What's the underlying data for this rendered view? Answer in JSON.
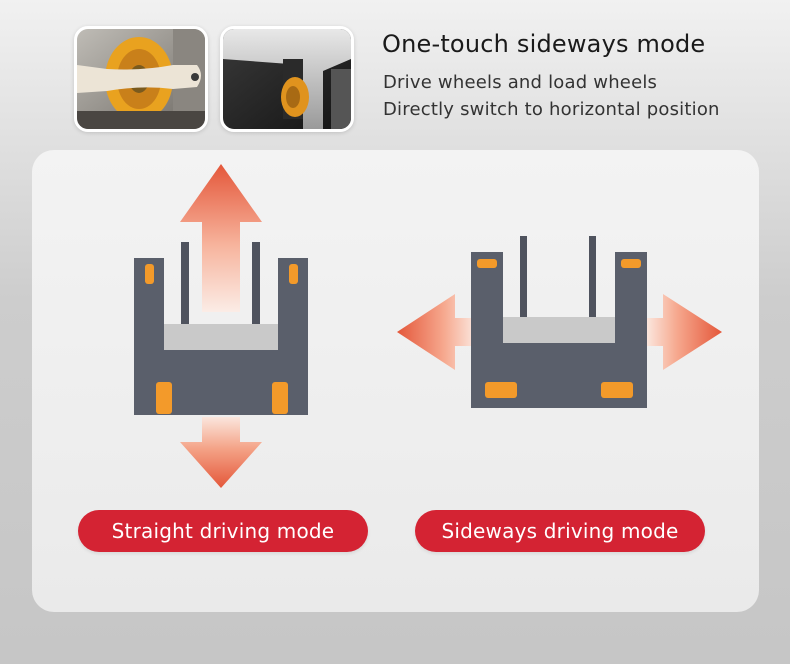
{
  "header": {
    "title": "One-touch sideways mode",
    "line1": "Drive wheels and load wheels",
    "line2": "Directly switch to horizontal position"
  },
  "thumbnails": [
    {
      "name": "drive-wheel-photo",
      "depicts": "orange drive wheel in metal bracket"
    },
    {
      "name": "load-wheel-photo",
      "depicts": "orange load wheel under dark frame"
    }
  ],
  "modes": {
    "straight": {
      "label": "Straight driving mode",
      "arrow_direction": "vertical"
    },
    "sideways": {
      "label": "Sideways driving mode",
      "arrow_direction": "horizontal"
    }
  },
  "colors": {
    "frame": "#5a5f6b",
    "wheel": "#f39a2a",
    "arrow_dark": "#e4573a",
    "arrow_light": "#fbe3d8",
    "pill": "#d42333"
  }
}
